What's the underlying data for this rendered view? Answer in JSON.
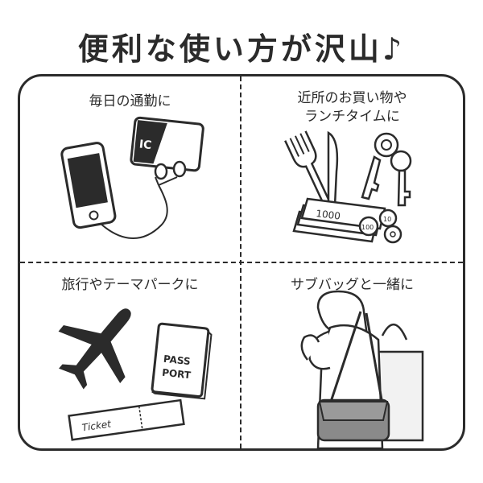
{
  "title": "便利な使い方が沢山♪",
  "panels": [
    {
      "caption_lines": [
        "毎日の通勤に"
      ],
      "items": [
        "smartphone",
        "ic-card",
        "earphones"
      ],
      "ic_card_text": "IC"
    },
    {
      "caption_lines": [
        "近所のお買い物や",
        "ランチタイムに"
      ],
      "items": [
        "fork",
        "knife",
        "keys",
        "banknotes",
        "coins"
      ],
      "banknote_text": "1000",
      "coin_texts": [
        "100",
        "10"
      ]
    },
    {
      "caption_lines": [
        "旅行やテーマパークに"
      ],
      "items": [
        "airplane",
        "passport",
        "ticket"
      ],
      "passport_text_1": "PASS",
      "passport_text_2": "PORT",
      "ticket_text": "Ticket"
    },
    {
      "caption_lines": [
        "サブバッグと一緒に"
      ],
      "items": [
        "person",
        "shoulder-pouch",
        "tote-bag"
      ]
    }
  ],
  "colors": {
    "ink": "#2b2b2b",
    "background": "#ffffff",
    "pouch": "#8a8a8a",
    "tote": "#f2f2f2"
  }
}
